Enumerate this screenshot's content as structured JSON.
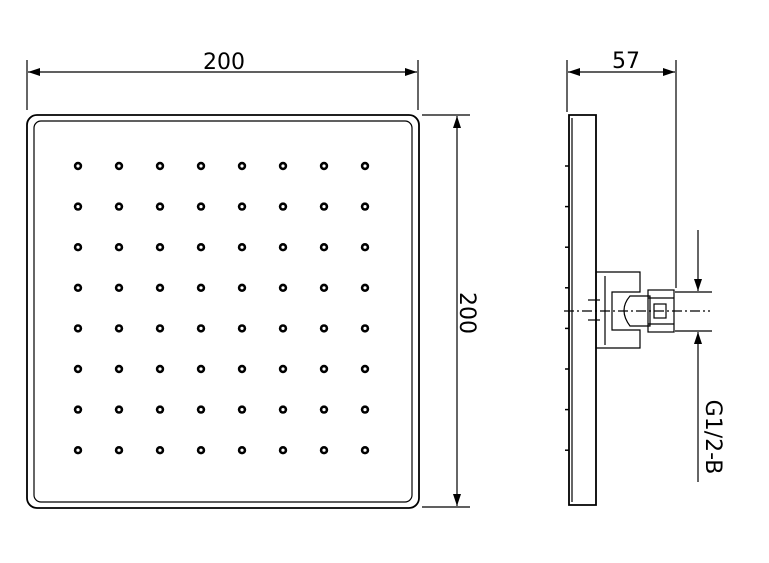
{
  "front_view": {
    "width_label": "200",
    "height_label": "200",
    "nozzle_grid": {
      "rows": 8,
      "cols": 8
    }
  },
  "side_view": {
    "depth_label": "57",
    "thread_label": "G1/2-B"
  }
}
